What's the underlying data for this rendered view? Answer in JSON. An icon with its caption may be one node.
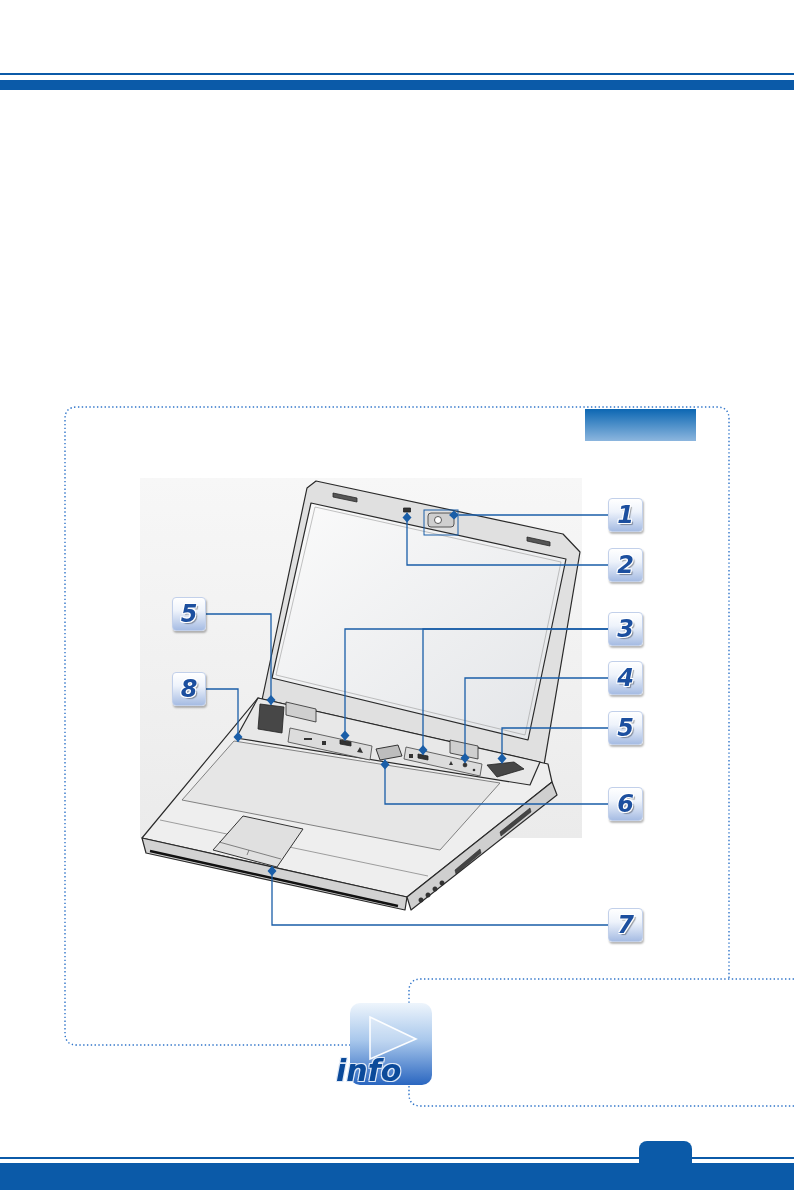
{
  "diagram": {
    "nodes": [
      {
        "text": [],
        "shape": "box"
      },
      {
        "text": [
          "1"
        ]
      },
      {
        "text": [
          "2"
        ]
      },
      {
        "text": [
          "5"
        ]
      },
      {
        "text": [
          "3"
        ]
      },
      {
        "text": [
          "4"
        ]
      },
      {
        "text": [
          "8"
        ]
      },
      {
        "text": [
          "5"
        ]
      },
      {
        "text": [
          "6"
        ]
      },
      {
        "text": [
          "7"
        ]
      },
      {
        "text": [],
        "shape": "picture"
      },
      {
        "text": [],
        "shape": "box"
      },
      {
        "text": [],
        "shape": "box"
      },
      {
        "text": [],
        "shape": "box"
      },
      {
        "text": [],
        "shape": "box"
      },
      {
        "text": [],
        "shape": "circle"
      },
      {
        "text": [],
        "shape": "picture"
      },
      {
        "text": [],
        "shape": "box"
      },
      {
        "text": [],
        "shape": "picture"
      },
      {
        "text": [],
        "shape": "picture"
      }
    ],
    "edges": [
      {
        "from": 1,
        "to": 10,
        "arrow": "other"
      },
      {
        "from": 2,
        "to": 11,
        "arrow": "other"
      },
      {
        "from": 3,
        "to": 12,
        "arrow": "other"
      },
      {
        "from": 4,
        "to": 13,
        "arrow": "other"
      },
      {
        "from": 4,
        "to": 14,
        "arrow": "other"
      },
      {
        "from": 5,
        "to": 15,
        "arrow": "other"
      },
      {
        "from": 6,
        "to": 16,
        "arrow": "other"
      },
      {
        "from": 7,
        "to": 17,
        "arrow": "other"
      },
      {
        "from": 8,
        "to": 18,
        "arrow": "other"
      },
      {
        "from": 9,
        "to": 19,
        "arrow": "other"
      }
    ],
    "labels": [
      "info"
    ]
  }
}
